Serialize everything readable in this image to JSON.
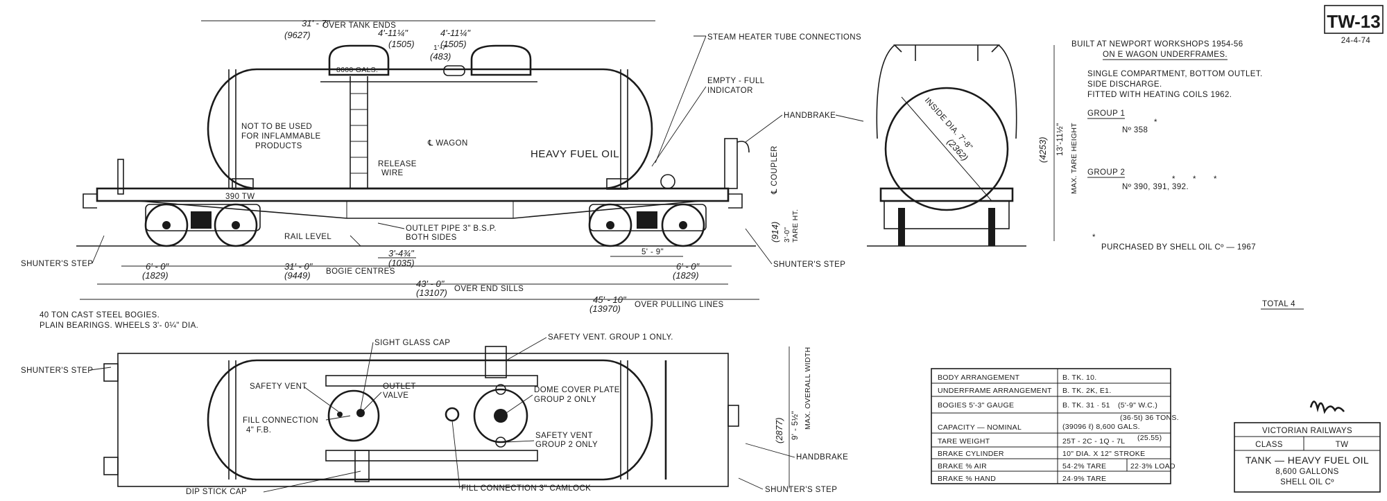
{
  "drawing_id": "TW-13",
  "drawing_date": "24-4-74",
  "side_view": {
    "over_tank_ends": {
      "ft": "31' - 7\"",
      "mm": "(9627)",
      "label": "OVER TANK ENDS"
    },
    "dome_spacing_1": {
      "ft": "4'-11¼\"",
      "mm": "(1505)"
    },
    "dome_spacing_2": {
      "ft": "4'-11¼\"",
      "mm": "(1505)"
    },
    "dome_offset": {
      "ft": "1'-7\"",
      "mm": "(483)"
    },
    "dome_capacity": "8600 GALS.",
    "steam_heater": "STEAM HEATER TUBE CONNECTIONS",
    "empty_full_1": "EMPTY - FULL",
    "empty_full_2": "INDICATOR",
    "handbrake": "HANDBRAKE",
    "warning_1": "NOT TO BE USED",
    "warning_2": "FOR INFLAMMABLE",
    "warning_3": "PRODUCTS",
    "wagon_cl": "℄ WAGON",
    "product": "HEAVY FUEL OIL",
    "release_1": "RELEASE",
    "release_2": "WIRE",
    "number": "390 TW",
    "coupler_cl": "℄ COUPLER",
    "coupler_ht_ft": "3'-0\"",
    "coupler_ht_mm": "(914)",
    "tare_ht": "TARE HT.",
    "rail_level": "RAIL LEVEL",
    "outlet_pipe_1": "OUTLET PIPE 3\" B.S.P.",
    "outlet_pipe_2": "BOTH SIDES",
    "outlet_offset": {
      "ft": "3'-4¾\"",
      "mm": "(1035)"
    },
    "wheelbase": "5' - 9\"",
    "shunters_step_left": "SHUNTER'S STEP",
    "shunters_step_right": "SHUNTER'S STEP",
    "end_left": {
      "ft": "6' - 0\"",
      "mm": "(1829)"
    },
    "end_right": {
      "ft": "6' - 0\"",
      "mm": "(1829)"
    },
    "bogie_centres": {
      "ft": "31' - 0\"",
      "mm": "(9449)",
      "label": "BOGIE CENTRES"
    },
    "end_sills": {
      "ft": "43' - 0\"",
      "mm": "(13107)",
      "label": "OVER END SILLS"
    },
    "pulling_lines": {
      "ft": "45' - 10\"",
      "mm": "(13970)",
      "label": "OVER PULLING LINES"
    }
  },
  "end_view": {
    "inside_dia": "INSIDE DIA. 7'-8\"",
    "inside_dia_mm": "(2362)",
    "height_ft": "13'-11½\"",
    "height_mm": "(4253)",
    "max_height": "MAX. TARE HEIGHT"
  },
  "notes": {
    "built_1": "BUILT AT NEWPORT WORKSHOPS 1954-56",
    "built_2": "ON E WAGON UNDERFRAMES.",
    "desc_1": "SINGLE COMPARTMENT, BOTTOM OUTLET.",
    "desc_2": "SIDE DISCHARGE.",
    "desc_3": "FITTED WITH HEATING COILS 1962.",
    "group1_title": "GROUP 1",
    "group1_no": "Nº 358",
    "group2_title": "GROUP 2",
    "group2_no": "Nº 390, 391, 392.",
    "asterisk": "*",
    "purchased": "PURCHASED BY SHELL OIL Cº — 1967",
    "total": "TOTAL 4",
    "bogies_1": "40 TON CAST STEEL BOGIES.",
    "bogies_2": "PLAIN BEARINGS.     WHEELS 3'- 0¼\" DIA."
  },
  "plan_view": {
    "shunters_step_left": "SHUNTER'S STEP",
    "sight_glass": "SIGHT GLASS CAP",
    "safety_vent_g1": "SAFETY VENT.  GROUP 1 ONLY.",
    "safety_vent": "SAFETY VENT",
    "outlet_valve_1": "OUTLET",
    "outlet_valve_2": "VALVE",
    "dome_cover_1": "DOME COVER PLATE",
    "dome_cover_2": "GROUP 2 ONLY",
    "fill_connection_1": "FILL CONNECTION",
    "fill_connection_2": "4\" F.B.",
    "safety_vent_g2_1": "SAFETY VENT",
    "safety_vent_g2_2": "GROUP 2 ONLY",
    "width_ft": "9' - 5½\"",
    "width_mm": "(2877)",
    "max_width": "MAX. OVERALL WIDTH",
    "handbrake": "HANDBRAKE",
    "shunters_step_right": "SHUNTER'S STEP",
    "dip_stick": "DIP STICK CAP",
    "fill_camlock": "FILL CONNECTION 3\" CAMLOCK"
  },
  "spec_table": [
    {
      "label": "BODY ARRANGEMENT",
      "value": "B. TK. 10.",
      "extra": ""
    },
    {
      "label": "UNDERFRAME ARRANGEMENT",
      "value": "B. TK. 2K,     E1.",
      "extra": ""
    },
    {
      "label": "BOGIES  5'-3\" GAUGE",
      "value": "B. TK. 31 · 51",
      "extra": "(5'-9\" W.C.)"
    },
    {
      "label": "CAPACITY — NOMINAL",
      "value": "(39096 ℓ)   8,600 GALS.",
      "extra": "(36·5t)  36 TONS."
    },
    {
      "label": "TARE  WEIGHT",
      "value": "25T - 2C - 1Q - 7L",
      "extra": "(25.55)"
    },
    {
      "label": "BRAKE  CYLINDER",
      "value": "10\" DIA. X 12\" STROKE",
      "extra": ""
    },
    {
      "label": "BRAKE % AIR",
      "value": "54·2% TARE",
      "extra": "22·3% LOAD"
    },
    {
      "label": "BRAKE % HAND",
      "value": "24·9% TARE",
      "extra": ""
    }
  ],
  "title_block": {
    "railway": "VICTORIAN  RAILWAYS",
    "class_label": "CLASS",
    "class_value": "TW",
    "desc_1": "TANK — HEAVY FUEL OIL",
    "desc_2": "8,600 GALLONS",
    "desc_3": "SHELL OIL Cº"
  }
}
